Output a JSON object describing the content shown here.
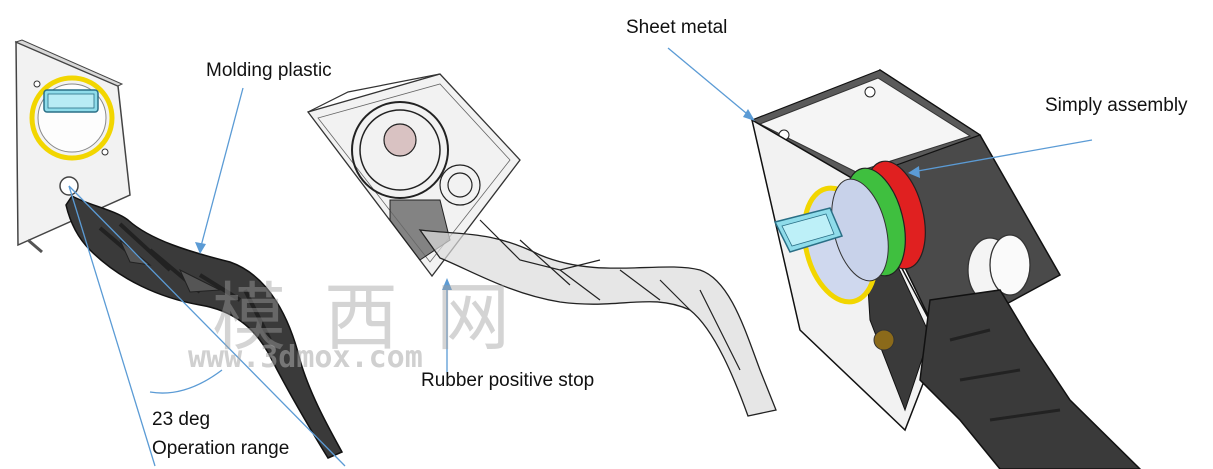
{
  "labels": {
    "molding_plastic": "Molding plastic",
    "rubber_stop": "Rubber positive stop",
    "sheet_metal": "Sheet metal",
    "simply_assembly": "Simply assembly",
    "angle": "23 deg",
    "operation_range": "Operation range"
  },
  "watermark": {
    "chinese": "模西网",
    "url": "www.3dmox.com"
  },
  "colors": {
    "pointer": "#5b9bd5",
    "pedal": "#333333",
    "yellow_ring": "#f2d600",
    "green_ring": "#3fbf3f",
    "red_ring": "#e02020",
    "cyan_connector": "#8fdcea"
  }
}
